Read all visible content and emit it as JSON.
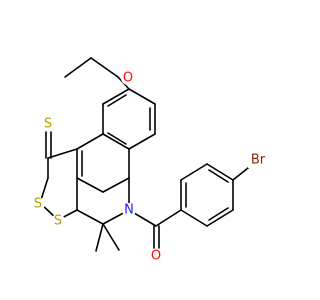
{
  "colors": {
    "oxygen": "#ff0d0d",
    "sulfur": "#b2a000",
    "nitrogen": "#2020ff",
    "bromine": "#8b2500",
    "carbon": "#000000"
  },
  "atoms": {
    "o_ether": "O",
    "s_thione": "S",
    "s_ring_top": "S",
    "s_ring_bottom": "S",
    "n_ring": "N",
    "o_carbonyl": "O",
    "br": "Br"
  }
}
